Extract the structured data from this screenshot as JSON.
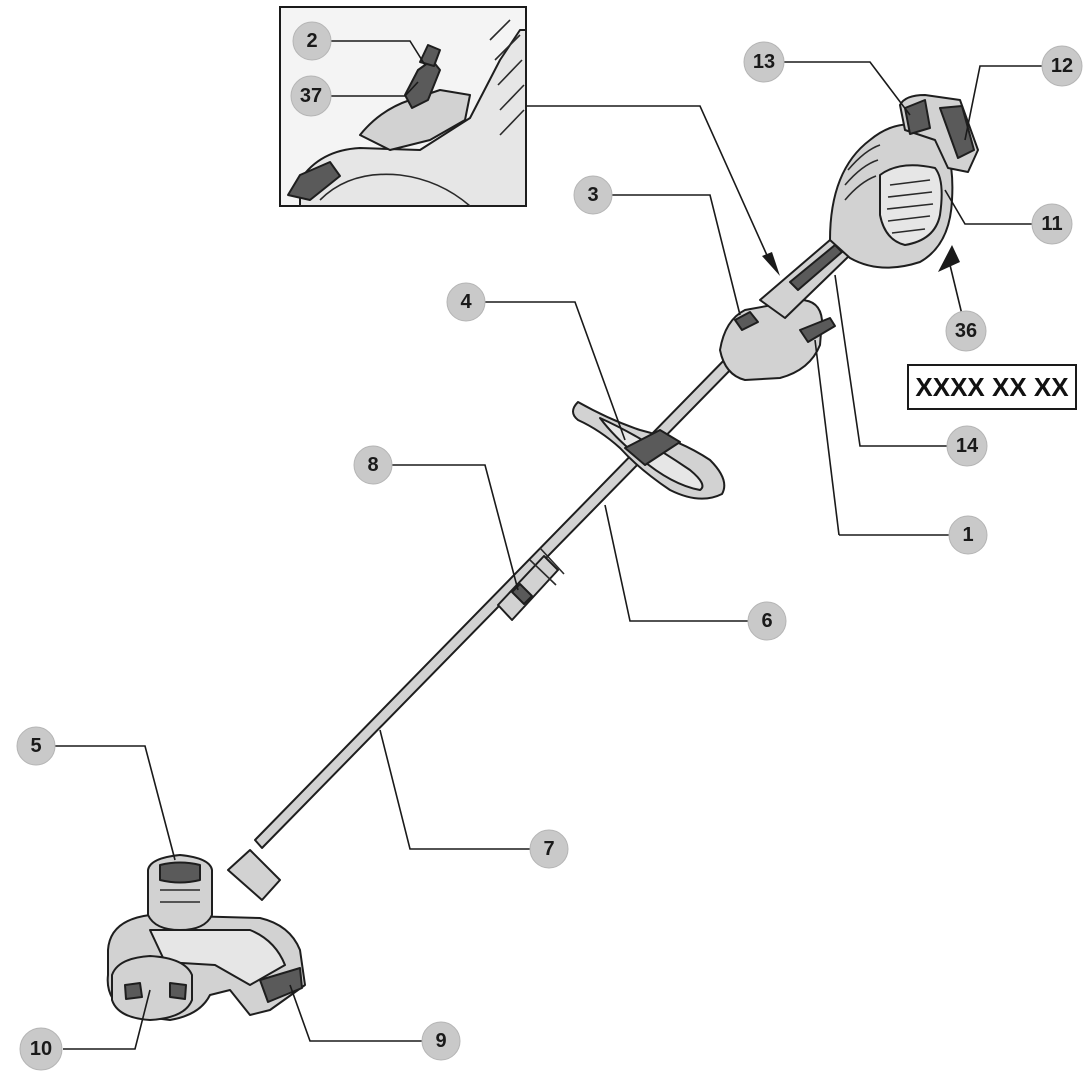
{
  "callouts": {
    "c1": "1",
    "c2": "2",
    "c3": "3",
    "c4": "4",
    "c5": "5",
    "c6": "6",
    "c7": "7",
    "c8": "8",
    "c9": "9",
    "c10": "10",
    "c11": "11",
    "c12": "12",
    "c13": "13",
    "c14": "14",
    "c36": "36",
    "c37": "37"
  },
  "serial_label": "XXXX XX XX",
  "colors": {
    "callout_fill": "#c9c9c9",
    "line": "#1a1a1a",
    "body": "#d2d2d2"
  }
}
